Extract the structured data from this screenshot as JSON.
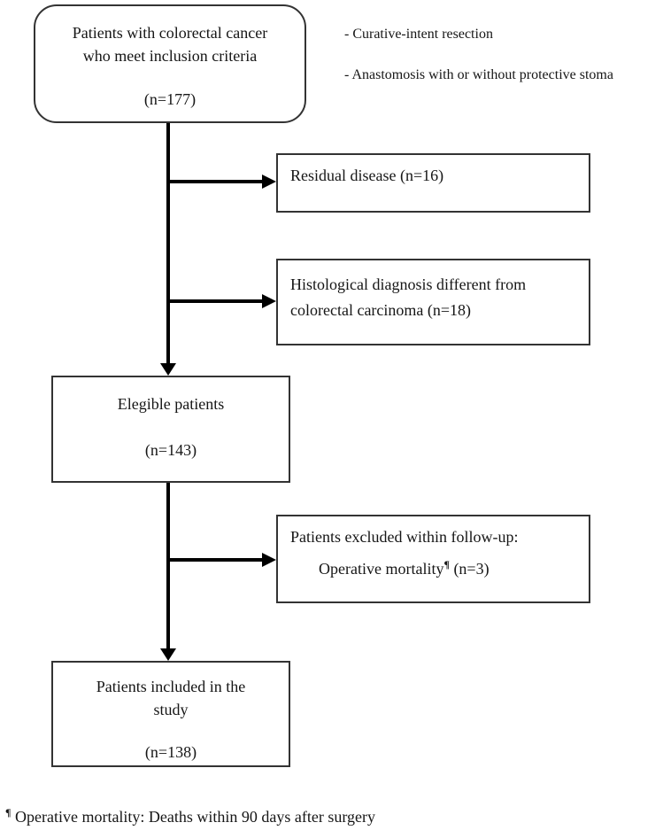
{
  "figure": {
    "type": "patient-flow-diagram",
    "colors": {
      "line": "#000000",
      "box_border": "#333333",
      "background": "#ffffff",
      "text": "#161616"
    },
    "top_box": {
      "line1": "Patients with colorectal cancer",
      "line2": "who meet inclusion criteria",
      "count": "(n=177)"
    },
    "criteria_notes": {
      "item1": "- Curative-intent resection",
      "item2": "- Anastomosis with or without protective stoma"
    },
    "residual_box": {
      "label": "Residual disease (n=16)"
    },
    "histology_box": {
      "line1": "Histological diagnosis different from",
      "line2": "colorectal carcinoma (n=18)"
    },
    "eligible_box": {
      "label": "Elegible patients",
      "count": "(n=143)"
    },
    "excluded_box": {
      "line1": "Patients excluded within follow-up:",
      "line2_main": "Operative mortality",
      "line2_sup": "¶",
      "line2_count": " (n=3)"
    },
    "included_box": {
      "line1": "Patients included in the",
      "line2": "study",
      "count": "(n=138)"
    },
    "footnote": {
      "sup": "¶",
      "text": " Operative mortality: Deaths within 90 days after surgery"
    }
  }
}
